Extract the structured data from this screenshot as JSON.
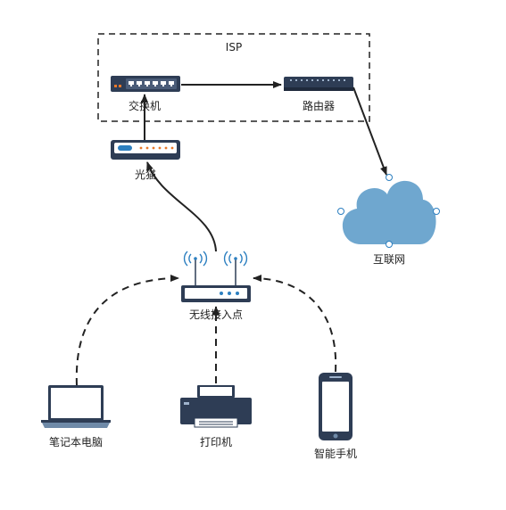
{
  "diagram": {
    "isp_group": {
      "label": "ISP"
    },
    "nodes": {
      "switch": {
        "label": "交换机"
      },
      "router": {
        "label": "路由器"
      },
      "modem": {
        "label": "光猫"
      },
      "internet": {
        "label": "互联网"
      },
      "access_point": {
        "label": "无线接入点"
      },
      "laptop": {
        "label": "笔记本电脑"
      },
      "printer": {
        "label": "打印机"
      },
      "phone": {
        "label": "智能手机"
      }
    },
    "colors": {
      "device_dark": "#2e3d55",
      "cloud": "#6fa7cf",
      "line": "#222222",
      "port_light": "#ffffff",
      "accent_orange": "#e8782a",
      "wifi_blue": "#2c7fc0"
    }
  }
}
